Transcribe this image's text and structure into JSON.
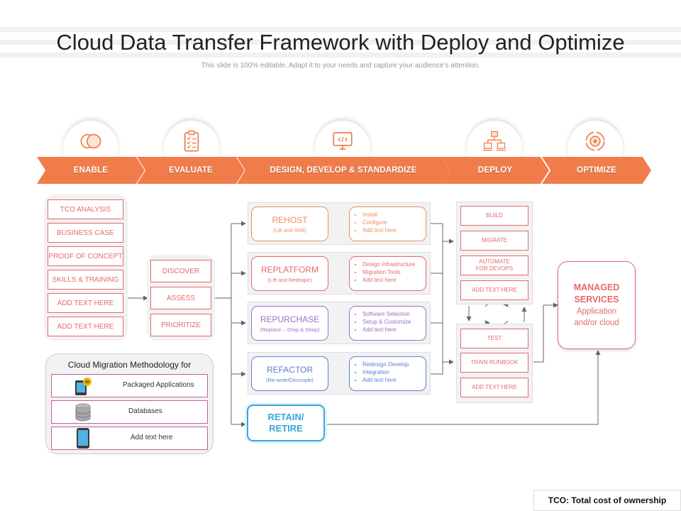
{
  "title": "Cloud Data Transfer Framework with Deploy and Optimize",
  "subtitle": "This slide is 100% editable. Adapt it to your needs and capture your audience’s attention.",
  "colors": {
    "accent": "#f07c4a",
    "red": "#e46a6a",
    "salmon": "#ef8d5a",
    "purple": "#9b6fc4",
    "blue": "#5a7fd4",
    "teal": "#3aa6d8",
    "magenta": "#c65ea0"
  },
  "phases": [
    {
      "label": "ENABLE",
      "icon": "toggle-circles-icon"
    },
    {
      "label": "EVALUATE",
      "icon": "clipboard-checklist-icon"
    },
    {
      "label": "DESIGN, DEVELOP & STANDARDIZE",
      "icon": "monitor-code-icon"
    },
    {
      "label": "DEPLOY",
      "icon": "network-hierarchy-icon"
    },
    {
      "label": "OPTIMIZE",
      "icon": "gear-cycle-icon"
    }
  ],
  "enable_items": [
    "TCO ANALYSIS",
    "BUSINESS CASE",
    "PROOF OF CONCEPT",
    "SKILLS & TRAINING",
    "ADD TEXT HERE",
    "ADD TEXT HERE"
  ],
  "evaluate_items": [
    "DISCOVER",
    "ASSESS",
    "PRIORITIZE"
  ],
  "strategies": [
    {
      "name": "REHOST",
      "sub": "(Lift and Shift)",
      "points": [
        "Install",
        "Configure",
        "Add text  here"
      ]
    },
    {
      "name": "REPLATFORM",
      "sub": "(Lift and Reshape)",
      "points": [
        "Design Infrastructure",
        "Migration Tools",
        "Add text  here"
      ]
    },
    {
      "name": "REPURCHASE",
      "sub": "(Replace – Drop & Shop)",
      "points": [
        "Software Selection",
        "Setup & Customize",
        "Add text  here"
      ]
    },
    {
      "name": "REFACTOR",
      "sub": "(Re-write/Decouple)",
      "points": [
        "Redesign  Develop",
        "Integration",
        "Add text  here"
      ]
    }
  ],
  "retain": {
    "line1": "RETAIN/",
    "line2": "RETIRE"
  },
  "deploy_items": [
    "BUILD",
    "MIGRATE",
    "AUTOMATE\nFOR DEVOPS",
    "ADD TEXT HERE"
  ],
  "test_items": [
    "TEST",
    "TRAIN RUNBOOK",
    "ADD TEXT HERE"
  ],
  "managed": {
    "title1": "MANAGED",
    "title2": "SERVICES",
    "line1": "Application",
    "line2": "and/or cloud"
  },
  "methodology": {
    "heading": "Cloud Migration Methodology for",
    "rows": [
      {
        "label": "Packaged Applications",
        "icon": "tablet-document-icon"
      },
      {
        "label": "Databases",
        "icon": "database-icon"
      },
      {
        "label": "Add text here",
        "icon": "smartphone-icon"
      }
    ]
  },
  "footnote": "TCO: Total cost of ownership"
}
